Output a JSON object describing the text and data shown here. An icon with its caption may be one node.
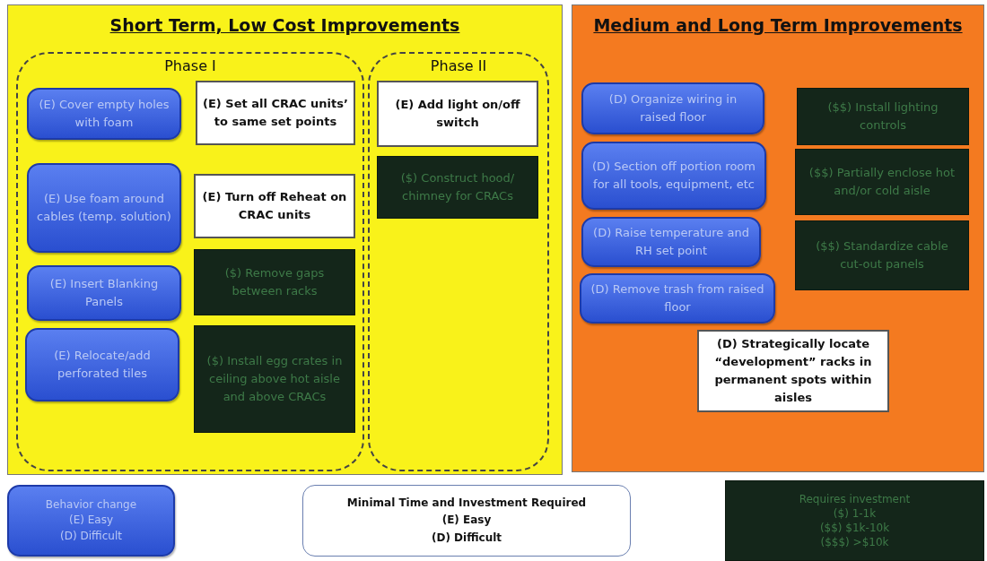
{
  "diagram": {
    "nodes": [
      {
        "text": [
          "Short Term, Low Cost Improvements"
        ]
      },
      {
        "text": [
          "Phase I"
        ],
        "in": 0
      },
      {
        "text": [
          "(E) Cover empty holes with foam"
        ],
        "in": 1
      },
      {
        "text": [
          "(E) Set all CRAC units’ to same set points"
        ],
        "in": 1
      },
      {
        "text": [
          "(E) Use foam around cables (temp. solution)"
        ],
        "in": 1
      },
      {
        "text": [
          "(E) Turn off Reheat on CRAC units"
        ],
        "in": 1
      },
      {
        "text": [
          "(E) Insert Blanking Panels"
        ],
        "in": 1
      },
      {
        "text": [
          "($) Remove gaps between racks"
        ],
        "in": 1
      },
      {
        "text": [
          "(E) Relocate/add perforated tiles"
        ],
        "in": 1
      },
      {
        "text": [
          "($) Install egg crates in ceiling above hot aisle and above CRACs"
        ],
        "in": 1
      },
      {
        "text": [
          "Phase II"
        ],
        "in": 0
      },
      {
        "text": [
          "(E) Add light on/off switch"
        ],
        "in": 10
      },
      {
        "text": [
          "($) Construct hood/ chimney for CRACs"
        ],
        "in": 10
      },
      {
        "text": [
          "Medium and Long Term Improvements"
        ]
      },
      {
        "text": [
          "(D) Organize wiring in raised floor"
        ],
        "in": 13
      },
      {
        "text": [
          "($$) Install lighting controls"
        ],
        "in": 13
      },
      {
        "text": [
          "(D) Section off portion room for all tools, equipment, etc"
        ],
        "in": 13
      },
      {
        "text": [
          "($$) Partially enclose hot and/or cold aisle"
        ],
        "in": 13
      },
      {
        "text": [
          "(D) Raise temperature and RH set point"
        ],
        "in": 13
      },
      {
        "text": [
          "($$) Standardize cable cut-out panels"
        ],
        "in": 13
      },
      {
        "text": [
          "(D) Remove trash from raised floor"
        ],
        "in": 13
      },
      {
        "text": [
          "(D) Strategically locate “development” racks in permanent spots within aisles"
        ],
        "in": 13
      },
      {
        "text": [
          "Behavior change",
          "(E) Easy",
          "(D) Difficult"
        ]
      },
      {
        "text": [
          "Minimal Time and Investment Required",
          "(E) Easy",
          "(D) Difficult"
        ]
      },
      {
        "text": [
          "Requires investment",
          "($) 1-1k",
          "($$) $1k-10k",
          "($$$) >$10k"
        ]
      }
    ],
    "edges": []
  }
}
